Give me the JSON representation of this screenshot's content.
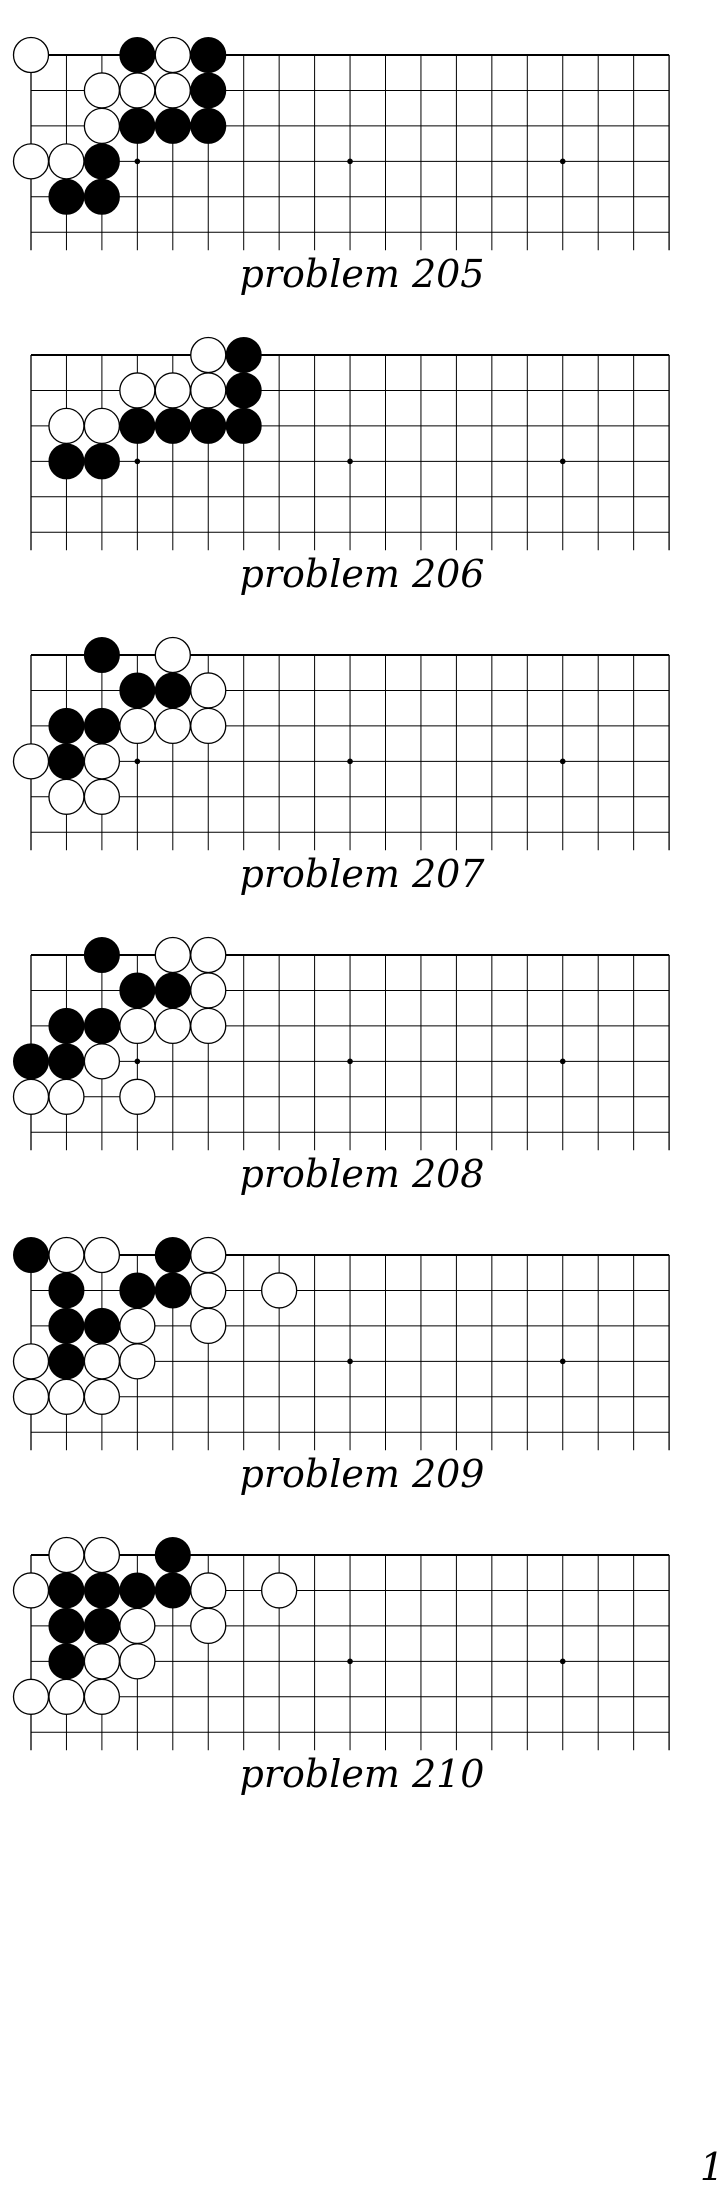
{
  "problems": [
    {
      "caption": "problem 205",
      "black": [
        [
          3,
          0
        ],
        [
          5,
          0
        ],
        [
          5,
          1
        ],
        [
          3,
          2
        ],
        [
          4,
          2
        ],
        [
          5,
          2
        ],
        [
          2,
          3
        ],
        [
          1,
          4
        ],
        [
          2,
          4
        ]
      ],
      "white": [
        [
          0,
          0
        ],
        [
          4,
          0
        ],
        [
          2,
          1
        ],
        [
          3,
          1
        ],
        [
          4,
          1
        ],
        [
          2,
          2
        ],
        [
          0,
          3
        ],
        [
          1,
          3
        ]
      ]
    },
    {
      "caption": "problem 206",
      "black": [
        [
          6,
          0
        ],
        [
          6,
          1
        ],
        [
          3,
          2
        ],
        [
          4,
          2
        ],
        [
          5,
          2
        ],
        [
          6,
          2
        ],
        [
          1,
          3
        ],
        [
          2,
          3
        ]
      ],
      "white": [
        [
          5,
          0
        ],
        [
          3,
          1
        ],
        [
          4,
          1
        ],
        [
          5,
          1
        ],
        [
          1,
          2
        ],
        [
          2,
          2
        ]
      ]
    },
    {
      "caption": "problem 207",
      "black": [
        [
          2,
          0
        ],
        [
          3,
          1
        ],
        [
          4,
          1
        ],
        [
          1,
          2
        ],
        [
          2,
          2
        ],
        [
          1,
          3
        ]
      ],
      "white": [
        [
          4,
          0
        ],
        [
          5,
          1
        ],
        [
          3,
          2
        ],
        [
          4,
          2
        ],
        [
          5,
          2
        ],
        [
          0,
          3
        ],
        [
          2,
          3
        ],
        [
          1,
          4
        ],
        [
          2,
          4
        ]
      ]
    },
    {
      "caption": "problem 208",
      "black": [
        [
          2,
          0
        ],
        [
          3,
          1
        ],
        [
          4,
          1
        ],
        [
          1,
          2
        ],
        [
          2,
          2
        ],
        [
          0,
          3
        ],
        [
          1,
          3
        ]
      ],
      "white": [
        [
          4,
          0
        ],
        [
          5,
          0
        ],
        [
          5,
          1
        ],
        [
          3,
          2
        ],
        [
          4,
          2
        ],
        [
          5,
          2
        ],
        [
          2,
          3
        ],
        [
          0,
          4
        ],
        [
          1,
          4
        ],
        [
          3,
          4
        ]
      ]
    },
    {
      "caption": "problem 209",
      "black": [
        [
          0,
          0
        ],
        [
          4,
          0
        ],
        [
          1,
          1
        ],
        [
          3,
          1
        ],
        [
          4,
          1
        ],
        [
          1,
          2
        ],
        [
          2,
          2
        ],
        [
          1,
          3
        ]
      ],
      "white": [
        [
          1,
          0
        ],
        [
          2,
          0
        ],
        [
          5,
          0
        ],
        [
          5,
          1
        ],
        [
          7,
          1
        ],
        [
          3,
          2
        ],
        [
          5,
          2
        ],
        [
          0,
          3
        ],
        [
          2,
          3
        ],
        [
          3,
          3
        ],
        [
          0,
          4
        ],
        [
          1,
          4
        ],
        [
          2,
          4
        ]
      ]
    },
    {
      "caption": "problem 210",
      "black": [
        [
          4,
          0
        ],
        [
          1,
          1
        ],
        [
          2,
          1
        ],
        [
          3,
          1
        ],
        [
          4,
          1
        ],
        [
          1,
          2
        ],
        [
          2,
          2
        ],
        [
          1,
          3
        ]
      ],
      "white": [
        [
          1,
          0
        ],
        [
          2,
          0
        ],
        [
          0,
          1
        ],
        [
          5,
          1
        ],
        [
          7,
          1
        ],
        [
          3,
          2
        ],
        [
          5,
          2
        ],
        [
          2,
          3
        ],
        [
          3,
          3
        ],
        [
          0,
          4
        ],
        [
          1,
          4
        ],
        [
          2,
          4
        ]
      ]
    }
  ],
  "page_number": "1"
}
